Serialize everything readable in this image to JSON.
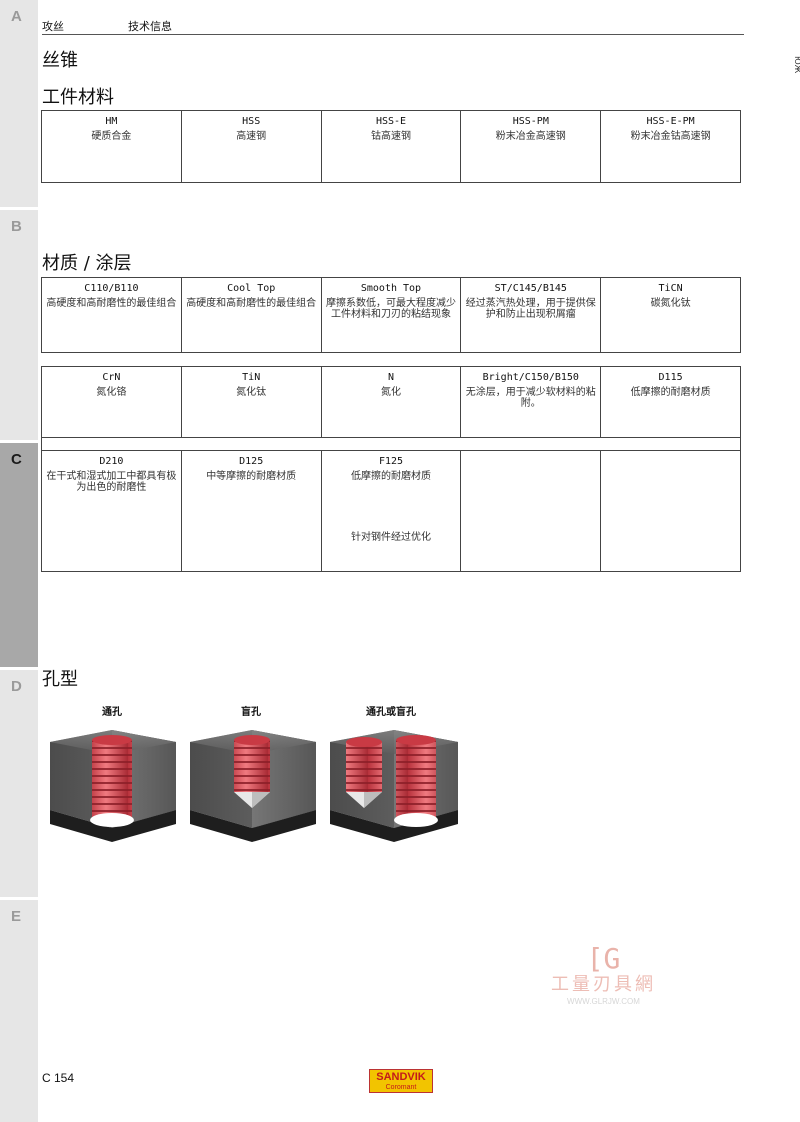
{
  "sidebar": {
    "tabs": [
      {
        "letter": "A",
        "active": false
      },
      {
        "letter": "B",
        "active": false
      },
      {
        "letter": "C",
        "active": true
      },
      {
        "letter": "D",
        "active": false
      },
      {
        "letter": "E",
        "active": false
      }
    ]
  },
  "header": {
    "section": "攻丝",
    "subsection": "技术信息"
  },
  "side_mark": "ЮЖ",
  "titles": {
    "main": "丝锥",
    "workpiece": "工件材料",
    "coating": "材质 / 涂层",
    "hole_type": "孔型"
  },
  "workpiece_table": [
    {
      "code": "HM",
      "desc": "硬质合金"
    },
    {
      "code": "HSS",
      "desc": "高速钢"
    },
    {
      "code": "HSS-E",
      "desc": "钴高速钢"
    },
    {
      "code": "HSS-PM",
      "desc": "粉末冶金高速钢"
    },
    {
      "code": "HSS-E-PM",
      "desc": "粉末冶金钴高速钢"
    }
  ],
  "coating_row1": [
    {
      "code": "C110/B110",
      "desc": "高硬度和高耐磨性的最佳组合"
    },
    {
      "code": "Cool Top",
      "desc": "高硬度和高耐磨性的最佳组合"
    },
    {
      "code": "Smooth Top",
      "desc": "摩擦系数低，可最大程度减少工件材料和刀刃的粘结现象"
    },
    {
      "code": "ST/C145/B145",
      "desc": "经过蒸汽热处理，用于提供保护和防止出现积屑瘤"
    },
    {
      "code": "TiCN",
      "desc": "碳氮化钛"
    }
  ],
  "coating_row2": [
    {
      "code": "CrN",
      "desc": "氮化铬"
    },
    {
      "code": "TiN",
      "desc": "氮化钛"
    },
    {
      "code": "N",
      "desc": "氮化"
    },
    {
      "code": "Bright/C150/B150",
      "desc": "无涂层，用于减少软材料的粘附。"
    },
    {
      "code": "D115",
      "desc": "低摩擦的耐磨材质"
    }
  ],
  "coating_row3": [
    {
      "code": "D210",
      "desc": "在干式和湿式加工中都具有极为出色的耐磨性"
    },
    {
      "code": "D125",
      "desc": "中等摩擦的耐磨材质"
    },
    {
      "code": "F125",
      "desc": "低摩擦的耐磨材质",
      "extra": "针对钢件经过优化"
    },
    {
      "code": "",
      "desc": ""
    },
    {
      "code": "",
      "desc": ""
    }
  ],
  "holes": [
    {
      "label": "通孔",
      "kind": "through"
    },
    {
      "label": "盲孔",
      "kind": "blind"
    },
    {
      "label": "通孔或盲孔",
      "kind": "both"
    }
  ],
  "footer": {
    "page": "C 154",
    "logo_top": "SANDVIK",
    "logo_bottom": "Coromant"
  },
  "watermark": {
    "icon": "[G",
    "text": "工量刃具網",
    "url": "WWW.GLRJW.COM"
  },
  "colors": {
    "tab": "#e6e6e6",
    "tab_active": "#a8a8a8",
    "thread_red": "#d9434f",
    "block_gray": "#6b6b6b",
    "logo_yellow": "#f2c400"
  }
}
